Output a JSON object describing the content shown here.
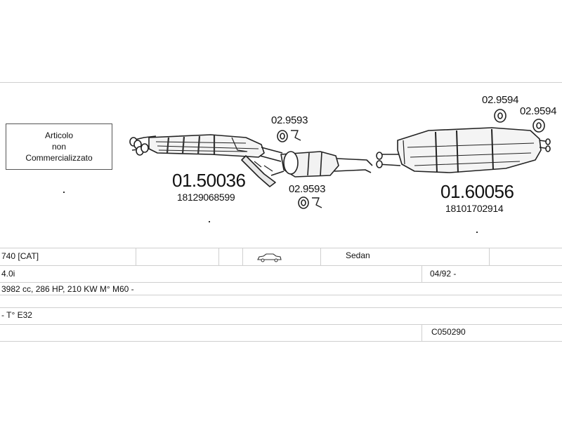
{
  "diagram": {
    "not_sold_box": {
      "line1": "Articolo",
      "line2": "non",
      "line3": "Commercializzato"
    },
    "parts": [
      {
        "code": "01.50036",
        "ref": "18129068599"
      },
      {
        "code": "01.60056",
        "ref": "18101702914"
      }
    ],
    "gaskets": [
      "02.9593",
      "02.9593",
      "02.9594",
      "02.9594"
    ]
  },
  "vehicle": {
    "model": "740  [CAT]",
    "body": "Sedan",
    "engine": "4.0i",
    "date": "04/92 -",
    "spec": "3982 cc, 286 HP, 210 KW M° M60 -",
    "type": "- T° E32",
    "catalog": "C050290"
  }
}
